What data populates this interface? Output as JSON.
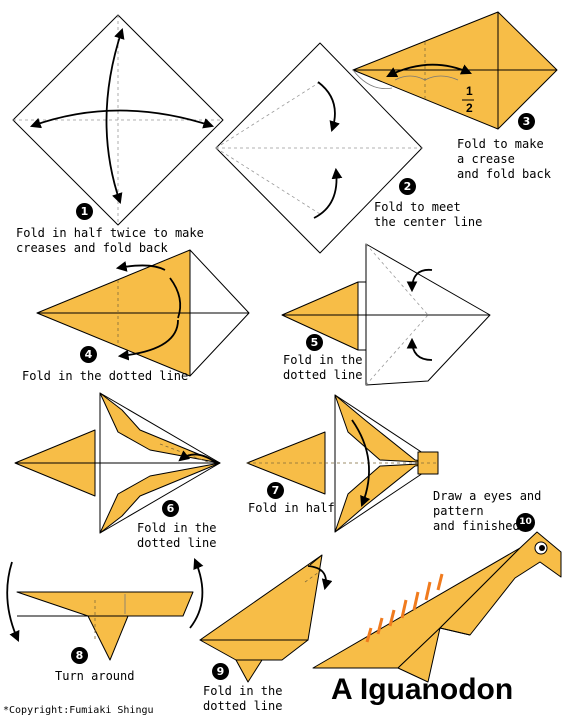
{
  "title": "A Iguanodon",
  "copyright": "*Copyright:Fumiaki Shingu",
  "fraction": {
    "numerator": "1",
    "denominator": "2"
  },
  "steps": [
    {
      "number": "1",
      "caption": "Fold in half twice to make\ncreases and fold back"
    },
    {
      "number": "2",
      "caption": "Fold to meet\nthe center line"
    },
    {
      "number": "3",
      "caption": "Fold to make\na crease\nand fold back"
    },
    {
      "number": "4",
      "caption": "Fold in the dotted line"
    },
    {
      "number": "5",
      "caption": "Fold in the\ndotted line"
    },
    {
      "number": "6",
      "caption": "Fold in the\ndotted line"
    },
    {
      "number": "7",
      "caption": "Fold in half"
    },
    {
      "number": "8",
      "caption": "Turn around"
    },
    {
      "number": "9",
      "caption": "Fold in the\ndotted line"
    },
    {
      "number": "10",
      "caption": "Draw a eyes and\npattern\nand finished"
    }
  ],
  "colors": {
    "paper": "#ffffff",
    "folded": "#f7bd47",
    "stripes": "#f07b1e"
  }
}
